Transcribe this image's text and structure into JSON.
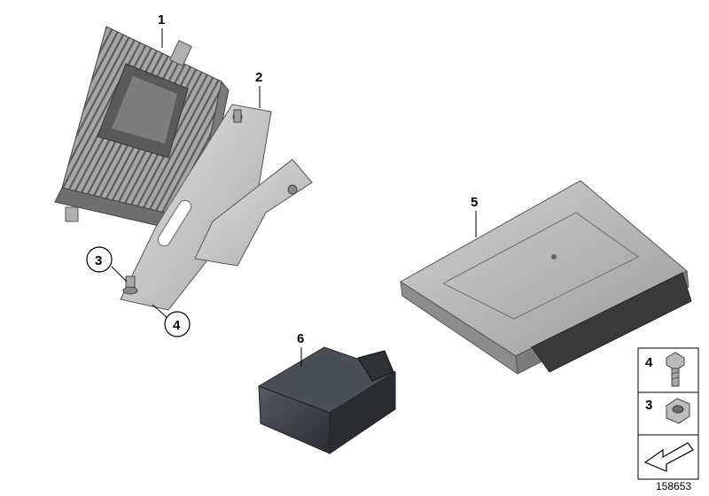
{
  "callouts": {
    "module_1": "1",
    "bracket_2": "2",
    "nut_3": "3",
    "screw_4": "4",
    "module_5": "5",
    "module_6": "6"
  },
  "legend": {
    "item_a_label": "4",
    "item_b_label": "3"
  },
  "reference_number": "158653",
  "colors": {
    "module_grey": "#8e8e8e",
    "bracket_silver": "#c9c9c9",
    "dark_module": "#3a3d42",
    "case_silver": "#b5b5b5"
  }
}
